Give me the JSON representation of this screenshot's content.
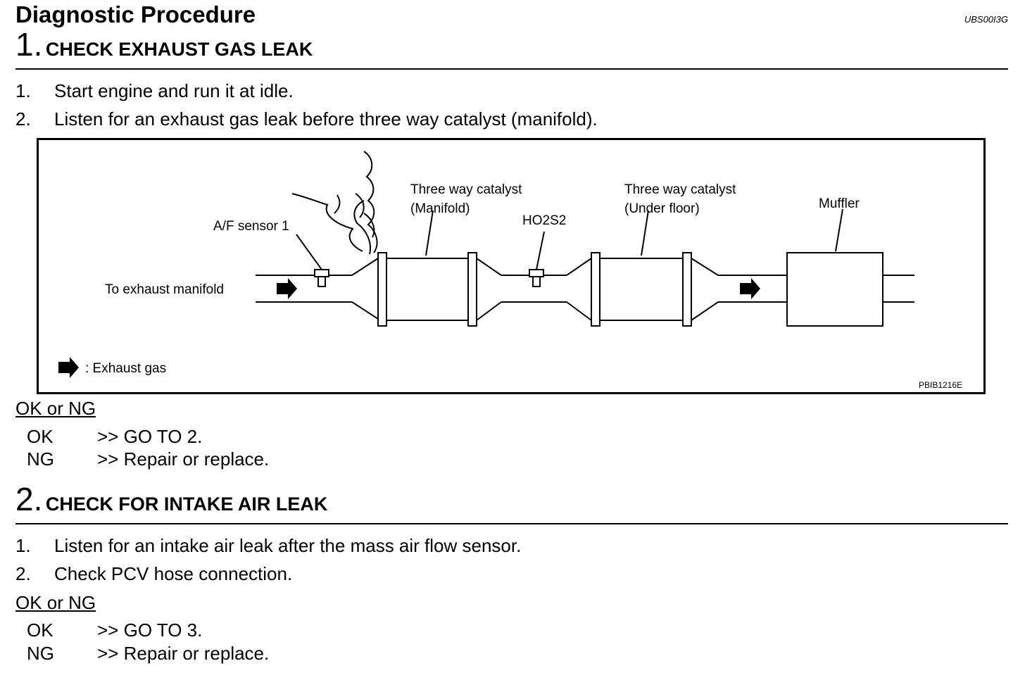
{
  "header": {
    "title": "Diagnostic Procedure",
    "doc_code": "UBS00I3G"
  },
  "step1": {
    "number": "1.",
    "title": "CHECK EXHAUST GAS LEAK",
    "items": [
      {
        "num": "1.",
        "text": "Start engine and run it at idle."
      },
      {
        "num": "2.",
        "text": "Listen for an exhaust gas leak before three way catalyst (manifold)."
      }
    ],
    "ok_ng_label": "OK or NG",
    "results": [
      {
        "key": "OK",
        "value": ">> GO TO 2."
      },
      {
        "key": "NG",
        "value": ">> Repair or replace."
      }
    ]
  },
  "figure": {
    "label_af_sensor": "A/F sensor 1",
    "label_to_manifold": "To exhaust manifold",
    "label_twc_manifold_1": "Three way catalyst",
    "label_twc_manifold_2": "(Manifold)",
    "label_ho2s2": "HO2S2",
    "label_twc_under_1": "Three way catalyst",
    "label_twc_under_2": "(Under floor)",
    "label_muffler": "Muffler",
    "legend_text": ": Exhaust gas",
    "figure_code": "PBIB1216E"
  },
  "step2": {
    "number": "2.",
    "title": "CHECK FOR INTAKE AIR LEAK",
    "items": [
      {
        "num": "1.",
        "text": "Listen for an intake air leak after the mass air flow sensor."
      },
      {
        "num": "2.",
        "text": "Check PCV hose connection."
      }
    ],
    "ok_ng_label": "OK or NG",
    "results": [
      {
        "key": "OK",
        "value": ">> GO TO 3."
      },
      {
        "key": "NG",
        "value": ">> Repair or replace."
      }
    ]
  }
}
